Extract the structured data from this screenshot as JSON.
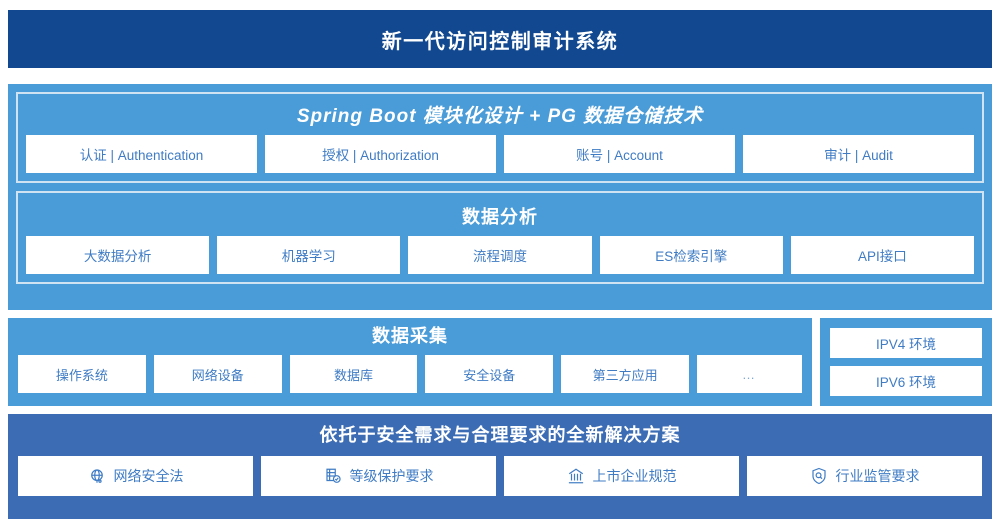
{
  "header": {
    "title": "新一代访问控制审计系统"
  },
  "colors": {
    "title_bar": "#11488f",
    "panel_blue": "#4a9cd8",
    "panel_dark_blue": "#3c6cb4",
    "card_text": "#3f7cc4",
    "inner_border": "#cfe3f2"
  },
  "platform_section": {
    "heading": "Spring Boot 模块化设计 + PG 数据仓储技术",
    "cards": [
      {
        "label": "认证 | Authentication"
      },
      {
        "label": "授权 | Authorization"
      },
      {
        "label": "账号 | Account"
      },
      {
        "label": "审计 | Audit"
      }
    ]
  },
  "analysis_section": {
    "heading": "数据分析",
    "cards": [
      {
        "label": "大数据分析"
      },
      {
        "label": "机器学习"
      },
      {
        "label": "流程调度"
      },
      {
        "label": "ES检索引擎"
      },
      {
        "label": "API接口"
      }
    ]
  },
  "collection_section": {
    "heading": "数据采集",
    "cards": [
      {
        "label": "操作系统"
      },
      {
        "label": "网络设备"
      },
      {
        "label": "数据库"
      },
      {
        "label": "安全设备"
      },
      {
        "label": "第三方应用"
      },
      {
        "label": "…"
      }
    ]
  },
  "environment_section": {
    "cards": [
      {
        "label": "IPV4 环境"
      },
      {
        "label": "IPV6 环境"
      }
    ]
  },
  "solution_section": {
    "heading": "依托于安全需求与合理要求的全新解决方案",
    "cards": [
      {
        "label": "网络安全法",
        "icon": "globe-icon"
      },
      {
        "label": "等级保护要求",
        "icon": "document-check-icon"
      },
      {
        "label": "上市企业规范",
        "icon": "bank-icon"
      },
      {
        "label": "行业监管要求",
        "icon": "shield-search-icon"
      }
    ]
  }
}
